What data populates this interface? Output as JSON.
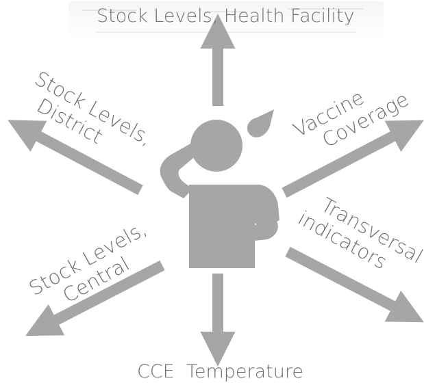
{
  "labels": {
    "top": "Stock Levels, Health Facility",
    "bottom": "CCE  Temperature",
    "upper_left": [
      "Stock Levels,",
      "District"
    ],
    "lower_left": [
      "Stock Levels,",
      "Central"
    ],
    "upper_right": [
      "Vaccine",
      "Coverage"
    ],
    "lower_right": [
      "Transversal",
      "indicators"
    ]
  },
  "colors": {
    "arrow": "#a6a6a6",
    "figure": "#a6a6a6",
    "text": "#6f6f6f"
  },
  "icons": {
    "center": "confused-person-icon"
  }
}
